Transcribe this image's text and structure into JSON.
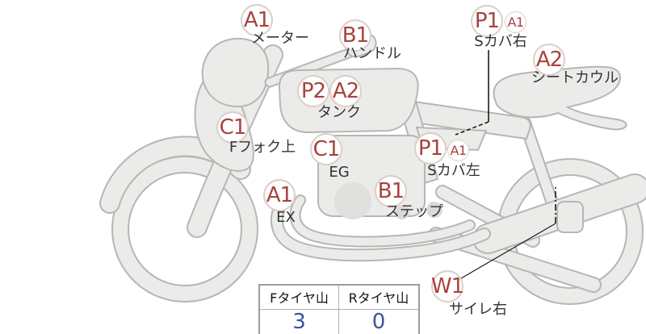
{
  "colors": {
    "code_red": "#a8433e",
    "circle_border": "#dccdc9",
    "caption_text": "#333333",
    "bike_fill": "#ebebe9",
    "bike_stroke": "#b6b6b4",
    "table_border": "#9c9c9c",
    "value_blue": "#3b53a0"
  },
  "diagram": {
    "labels": [
      {
        "codes": [
          "A1"
        ],
        "caption": "メーター"
      },
      {
        "codes": [
          "B1"
        ],
        "caption": "ハンドル"
      },
      {
        "codes": [
          "P1",
          "A1"
        ],
        "caption": "Sカバ右"
      },
      {
        "codes": [
          "A2"
        ],
        "caption": "シートカウル"
      },
      {
        "codes": [
          "P2",
          "A2"
        ],
        "caption": "タンク"
      },
      {
        "codes": [
          "C1"
        ],
        "caption": "Fフォク上"
      },
      {
        "codes": [
          "C1"
        ],
        "caption": "EG"
      },
      {
        "codes": [
          "P1",
          "A1"
        ],
        "caption": "Sカバ左"
      },
      {
        "codes": [
          "A1"
        ],
        "caption": "EX"
      },
      {
        "codes": [
          "B1"
        ],
        "caption": "ステップ"
      },
      {
        "codes": [
          "W1"
        ],
        "caption": "サイレ右"
      }
    ]
  },
  "tire_table": {
    "columns": [
      {
        "header": "Fタイヤ山",
        "value": "3"
      },
      {
        "header": "Rタイヤ山",
        "value": "0"
      }
    ]
  }
}
